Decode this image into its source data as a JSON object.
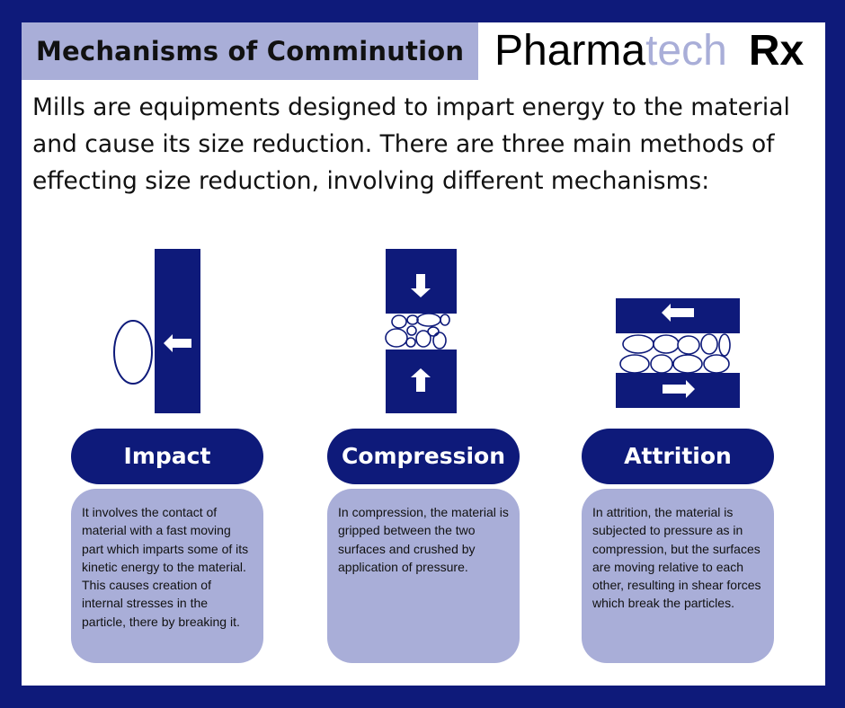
{
  "header": {
    "title": "Mechanisms of Comminution",
    "brand_part1": "Pharma",
    "brand_part2": "tech",
    "brand_part3": "Rx"
  },
  "intro": "Mills are equipments designed to impart energy to the material and cause its size reduction. There are three main methods of effecting size reduction, involving different mechanisms:",
  "mechanisms": [
    {
      "label": "Impact",
      "description": "It involves the contact of material with a fast moving part which imparts some of its kinetic energy to the material. This causes creation of internal stresses in the particle, there by breaking it."
    },
    {
      "label": "Compression",
      "description": "In compression, the material is gripped between the two surfaces and crushed by application of pressure."
    },
    {
      "label": "Attrition",
      "description": "In attrition, the material is subjected to pressure as in compression, but the surfaces are moving relative to each other, resulting in shear forces which break the particles."
    }
  ],
  "colors": {
    "navy": "#0e1a7a",
    "lavender": "#a9aed8",
    "white": "#ffffff"
  }
}
